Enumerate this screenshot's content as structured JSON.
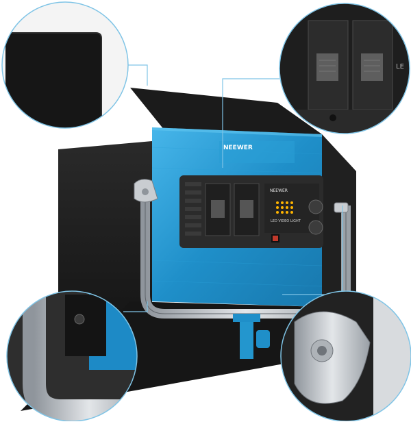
{
  "product": {
    "brand": "NEEWER",
    "panel_text": "LED VIDEO LIGHT",
    "colors": {
      "panel_blue": "#1f8fc9",
      "panel_blue_light": "#3bb0e6",
      "barndoor_black": "#1c1c1c",
      "back_panel": "#2b2b2b",
      "metal": "#c7cbd0",
      "callout_line": "#7fc4e6"
    }
  },
  "callouts": [
    {
      "name": "barndoor-detail",
      "subject": "barn door surface close-up"
    },
    {
      "name": "battery-plate-detail",
      "subject": "dual battery plates close-up"
    },
    {
      "name": "bracket-detail",
      "subject": "U-bracket close-up"
    },
    {
      "name": "knob-detail",
      "subject": "locking knob close-up"
    }
  ]
}
